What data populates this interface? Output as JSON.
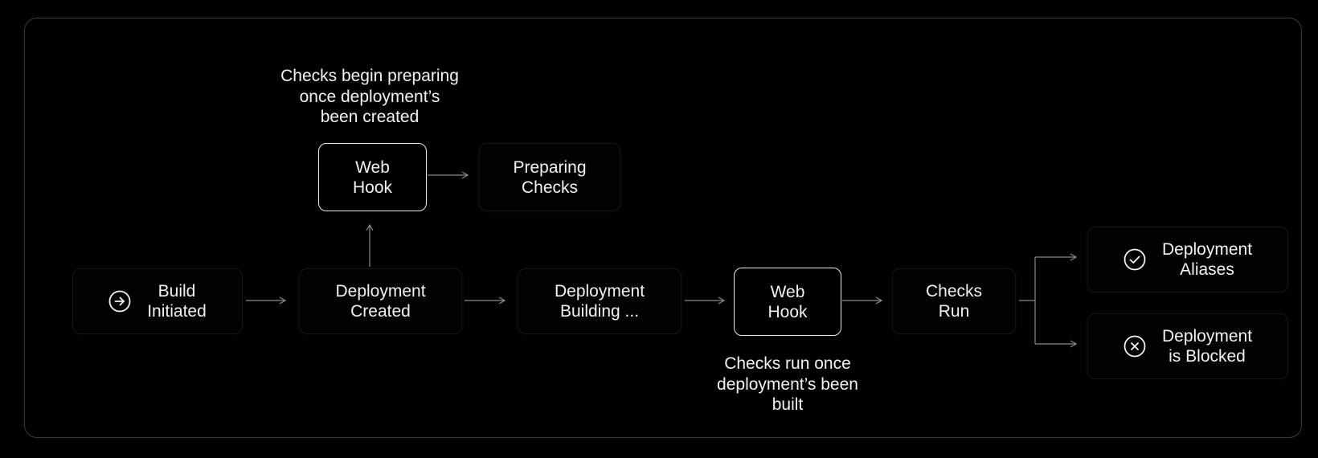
{
  "nodes": {
    "build_initiated": {
      "label": "Build\nInitiated",
      "icon": "arrow-right-circle-icon"
    },
    "deployment_created": {
      "label": "Deployment\nCreated"
    },
    "webhook_top": {
      "label": "Web\nHook"
    },
    "preparing_checks": {
      "label": "Preparing\nChecks"
    },
    "deployment_building": {
      "label": "Deployment\nBuilding ..."
    },
    "webhook_bottom": {
      "label": "Web\nHook"
    },
    "checks_run": {
      "label": "Checks\nRun"
    },
    "deployment_aliases": {
      "label": "Deployment\nAliases",
      "icon": "check-circle-icon"
    },
    "deployment_blocked": {
      "label": "Deployment\nis Blocked",
      "icon": "x-circle-icon"
    }
  },
  "annotations": {
    "top": "Checks begin preparing\nonce deployment’s\nbeen created",
    "bottom": "Checks run once\ndeployment’s been\nbuilt"
  },
  "colors": {
    "background": "#000000",
    "text": "#f2f2f2",
    "connector": "#8a8a8a",
    "solid_border": "#e8e8e8"
  }
}
